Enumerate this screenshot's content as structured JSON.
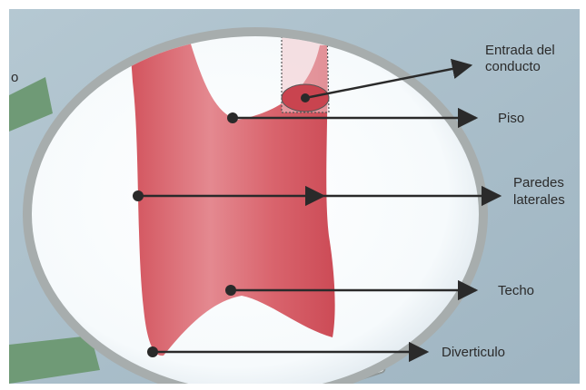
{
  "colors": {
    "background": "#a7bcc8",
    "lens_fill": "#f7fbfc",
    "lens_rim": "#a7adad",
    "handle": "#6f9a76",
    "chamber": "#d75a63",
    "arrow": "#2a2a2a"
  },
  "edge_text": "o",
  "labels": {
    "entrada_line1": "Entrada del",
    "entrada_line2": "conducto",
    "piso": "Piso",
    "paredes_line1": "Paredes",
    "paredes_line2": "laterales",
    "techo": "Techo",
    "diverticulo": "Diverticulo"
  }
}
